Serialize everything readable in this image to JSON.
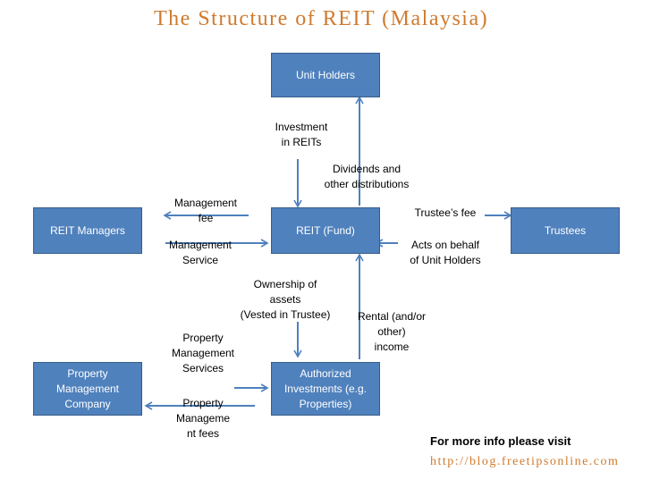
{
  "title": "The Structure of REIT (Malaysia)",
  "boxes": {
    "unit_holders": "Unit Holders",
    "reit_fund": "REIT (Fund)",
    "reit_managers": "REIT Managers",
    "trustees": "Trustees",
    "property_management_company": "Property Management Company",
    "authorized_investments": "Authorized Investments (e.g. Properties)"
  },
  "labels": {
    "investment": "Investment\nin REITs",
    "dividends": "Dividends and\nother distributions",
    "management_fee": "Management\nfee",
    "management_service": "Management\nService",
    "trustees_fee": "Trustee’s fee",
    "acts_on_behalf": "Acts on behalf\nof Unit Holders",
    "ownership": "Ownership of\nassets\n(Vested in Trustee)",
    "rental": "Rental (and/or\nother)\nincome",
    "pm_services": "Property\nManagement\nServices",
    "pm_fees": "Property\nManageme\nnt fees"
  },
  "footer": {
    "heading": "For more info please visit",
    "url": "http://blog.freetipsonline.com"
  },
  "colors": {
    "box_fill": "#4f81bd",
    "arrow": "#4f81bd",
    "title": "#d07a2e"
  }
}
